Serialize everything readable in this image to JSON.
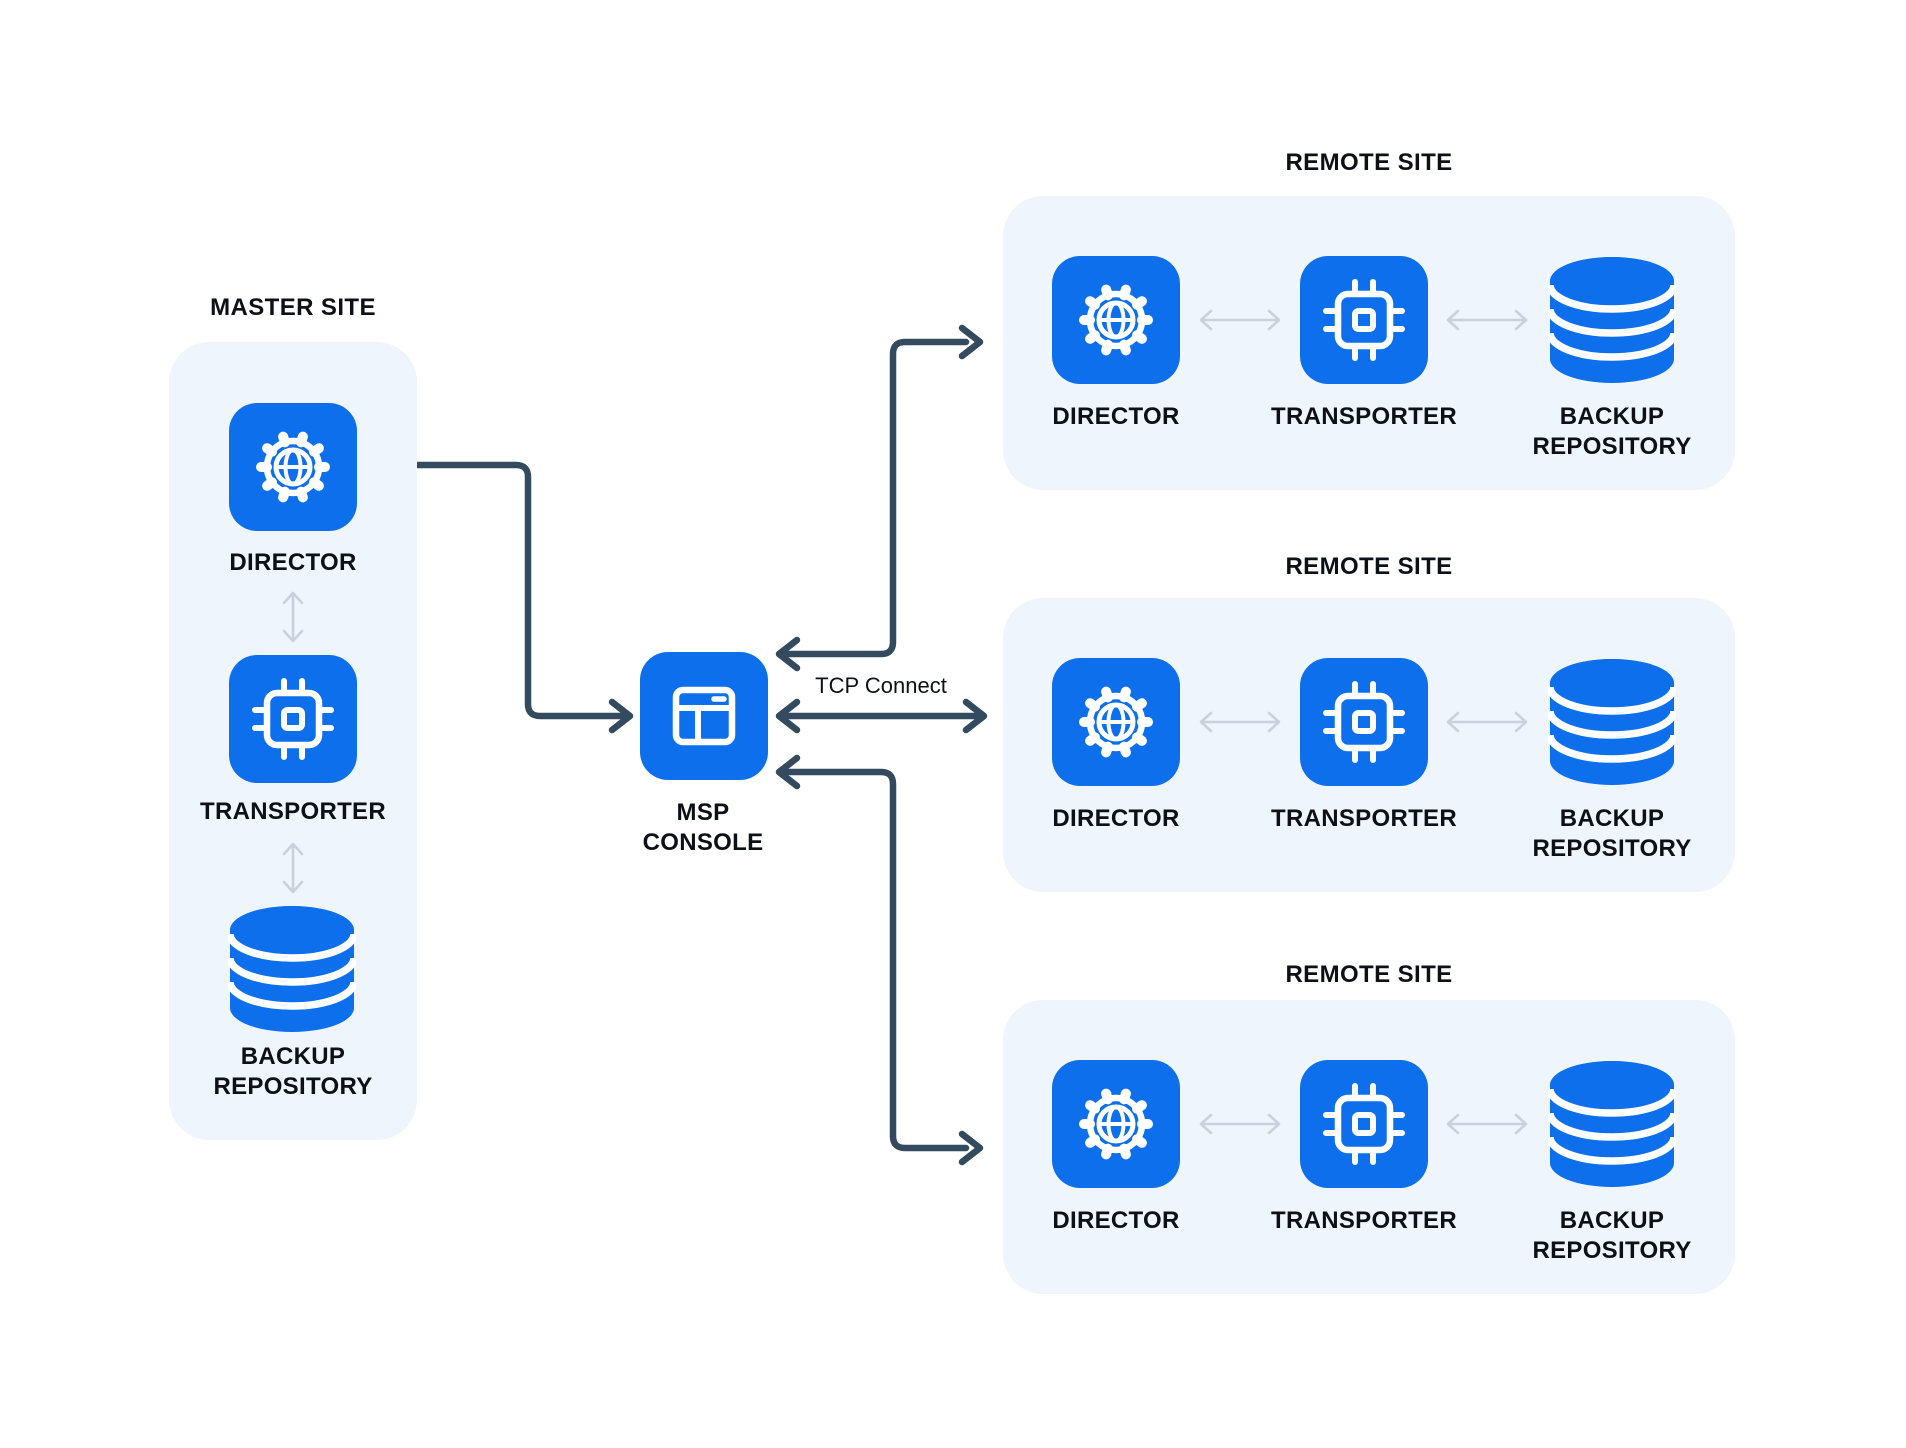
{
  "colors": {
    "accent_blue": "#0d6fec",
    "panel_background": "#eff5fc",
    "connector_dark": "#344a5f",
    "connector_light": "#c9d2dc",
    "text": "#0d1117",
    "icon_stroke": "#ffffff",
    "page_background": "#ffffff"
  },
  "master_site": {
    "title": "MASTER SITE",
    "components": [
      {
        "icon": "director-icon",
        "label": "DIRECTOR"
      },
      {
        "icon": "transporter-icon",
        "label": "TRANSPORTER"
      },
      {
        "icon": "backup-repository-icon",
        "label": "BACKUP REPOSITORY"
      }
    ]
  },
  "msp_console": {
    "label": "MSP CONSOLE"
  },
  "connections": {
    "tcp_connect_label": "TCP Connect"
  },
  "remote_sites": [
    {
      "title": "REMOTE SITE",
      "components": [
        {
          "icon": "director-icon",
          "label": "DIRECTOR"
        },
        {
          "icon": "transporter-icon",
          "label": "TRANSPORTER"
        },
        {
          "icon": "backup-repository-icon",
          "label": "BACKUP REPOSITORY"
        }
      ]
    },
    {
      "title": "REMOTE SITE",
      "components": [
        {
          "icon": "director-icon",
          "label": "DIRECTOR"
        },
        {
          "icon": "transporter-icon",
          "label": "TRANSPORTER"
        },
        {
          "icon": "backup-repository-icon",
          "label": "BACKUP REPOSITORY"
        }
      ]
    },
    {
      "title": "REMOTE SITE",
      "components": [
        {
          "icon": "director-icon",
          "label": "DIRECTOR"
        },
        {
          "icon": "transporter-icon",
          "label": "TRANSPORTER"
        },
        {
          "icon": "backup-repository-icon",
          "label": "BACKUP REPOSITORY"
        }
      ]
    }
  ]
}
